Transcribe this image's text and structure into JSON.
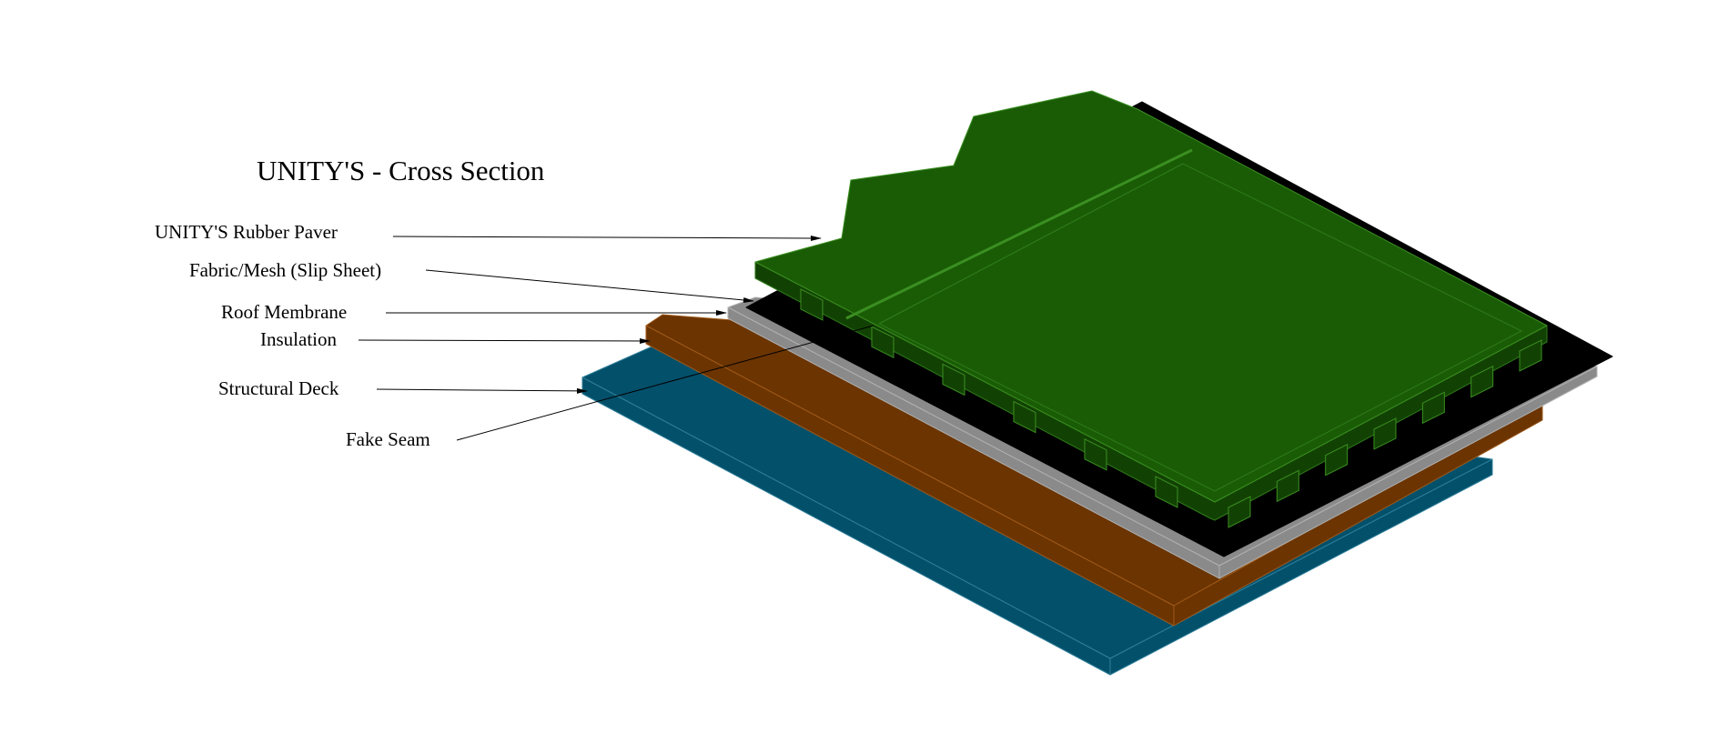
{
  "title": "UNITY'S - Cross Section",
  "labels": {
    "rubber_paver": "UNITY'S Rubber Paver",
    "fabric_mesh": "Fabric/Mesh (Slip Sheet)",
    "roof_membrane": "Roof  Membrane",
    "insulation": "Insulation",
    "structural_deck": "Structural  Deck",
    "fake_seam": "Fake Seam"
  },
  "colors": {
    "paver_top": "#1a5c05",
    "paver_side": "#124203",
    "slip_sheet": "#000000",
    "roof_membrane": "#8a8a8a",
    "insulation": "#6b3401",
    "structural_deck": "#03506b"
  }
}
